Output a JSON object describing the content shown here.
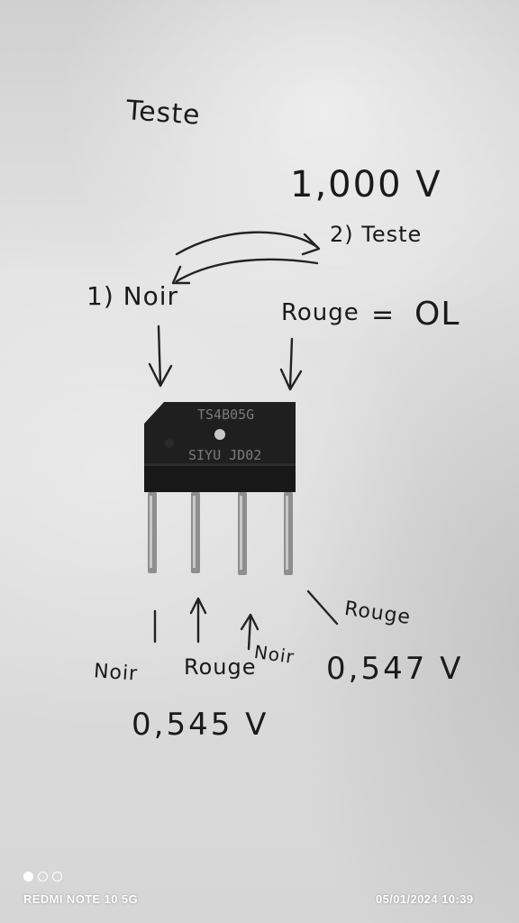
{
  "notes": {
    "title": "Teste",
    "reading_top": "1,000 V",
    "step2": "2) Teste",
    "step1": "1) Noir",
    "rouge_top": "Rouge",
    "equals": "=",
    "ol": "OL",
    "rouge_right": "Rouge",
    "noir_left": "Noir",
    "rouge_mid": "Rouge",
    "noir_mid": "Noir",
    "reading_right": "0,547 V",
    "reading_left": "0,545 V"
  },
  "component": {
    "part_number": "TS4B05G",
    "marking": "SIYU JD02"
  },
  "watermark": {
    "model": "REDMI NOTE 10 5G",
    "datetime": "05/01/2024  10:39"
  }
}
